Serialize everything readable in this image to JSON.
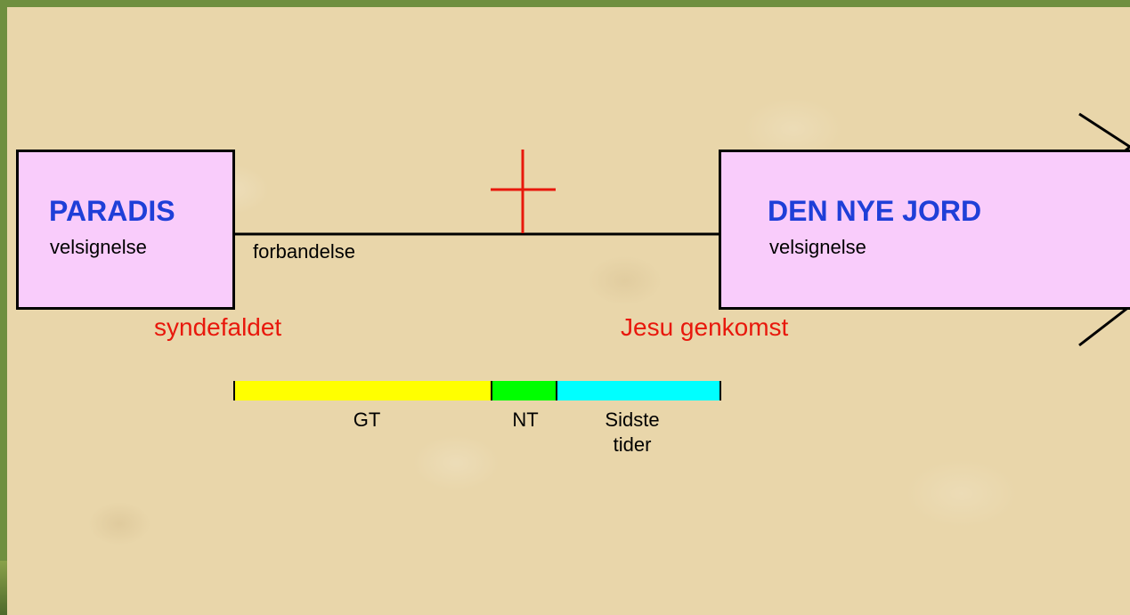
{
  "paradis": {
    "title": "PARADIS",
    "subtitle": "velsignelse",
    "fill": "#f9ccfb"
  },
  "new_earth": {
    "title": "DEN NYE JORD",
    "subtitle": "velsignelse",
    "fill": "#f9ccfb"
  },
  "line_label": "forbandelse",
  "events": {
    "fall": "syndefaldet",
    "return": "Jesu genkomst"
  },
  "periods": [
    {
      "label": "GT",
      "color": "#ffff00"
    },
    {
      "label": "NT",
      "color": "#00ff00"
    },
    {
      "label": "Sidste\ntider",
      "color": "#00ffff"
    }
  ],
  "colors": {
    "title_blue": "#1f3fd8",
    "event_red": "#e8180c",
    "cross_red": "#e8180c"
  },
  "icons": [
    "cross-icon",
    "arrow-right-icon"
  ]
}
